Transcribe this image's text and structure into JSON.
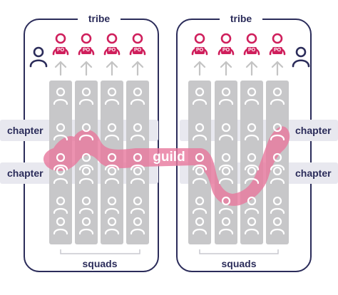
{
  "tribes": [
    {
      "label": "tribe"
    },
    {
      "label": "tribe"
    }
  ],
  "chapters": [
    {
      "label": "chapter"
    },
    {
      "label": "chapter"
    },
    {
      "label": "chapter"
    },
    {
      "label": "chapter"
    }
  ],
  "guild": {
    "label": "guild"
  },
  "squads": [
    {
      "label": "squads"
    },
    {
      "label": "squads"
    }
  ],
  "product_owner": {
    "badge": "PO"
  },
  "colors": {
    "navy": "#2b2c5a",
    "magenta": "#cf1f5c",
    "guild_pink": "#e87a9f",
    "squad_gray": "#c7c7c9",
    "chapter_band": "#e8e8ef",
    "arrow_gray": "#c4c4c4"
  },
  "icons": {
    "member": "person-outline-icon",
    "product_owner": "po-person-icon",
    "tribe_lead": "tribe-lead-person-icon",
    "direction": "arrow-up-icon"
  }
}
